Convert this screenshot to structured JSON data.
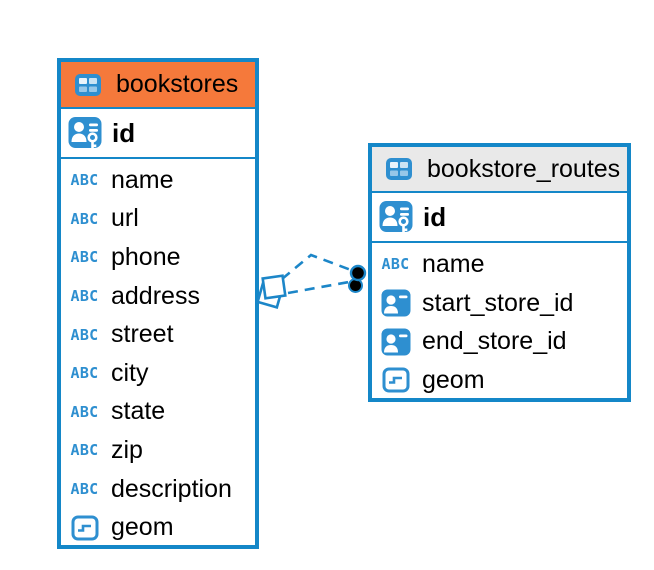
{
  "colors": {
    "accent_blue": "#1487C8",
    "icon_blue": "#2E8FD0",
    "header_orange": "#F5793B",
    "header_gray": "#E9E9E9",
    "relation_dashed_blue": "#1C86C8",
    "endpoint_dot_black": "#000000",
    "background": "#FFFFFF",
    "text": "#000000"
  },
  "icons": {
    "text_type_label": "ABC",
    "table_icon": "table-grid-icon",
    "primary_key_icon": "person-key-icon",
    "foreign_key_icon": "person-card-icon",
    "geometry_icon": "geometry-icon"
  },
  "tables": [
    {
      "name": "bookstores",
      "header_bg": "#F5793B",
      "primary_key": {
        "name": "id"
      },
      "columns": [
        {
          "name": "name",
          "type": "text"
        },
        {
          "name": "url",
          "type": "text"
        },
        {
          "name": "phone",
          "type": "text"
        },
        {
          "name": "address",
          "type": "text"
        },
        {
          "name": "street",
          "type": "text"
        },
        {
          "name": "city",
          "type": "text"
        },
        {
          "name": "state",
          "type": "text"
        },
        {
          "name": "zip",
          "type": "text"
        },
        {
          "name": "description",
          "type": "text"
        },
        {
          "name": "geom",
          "type": "geometry"
        }
      ]
    },
    {
      "name": "bookstore_routes",
      "header_bg": "#E9E9E9",
      "primary_key": {
        "name": "id"
      },
      "columns": [
        {
          "name": "name",
          "type": "text"
        },
        {
          "name": "start_store_id",
          "type": "foreign-key"
        },
        {
          "name": "end_store_id",
          "type": "foreign-key"
        },
        {
          "name": "geom",
          "type": "geometry"
        }
      ]
    }
  ],
  "relations": [
    {
      "from": "bookstore_routes",
      "to": "bookstores",
      "style": "dashed"
    },
    {
      "from": "bookstore_routes",
      "to": "bookstores",
      "style": "dashed"
    }
  ]
}
